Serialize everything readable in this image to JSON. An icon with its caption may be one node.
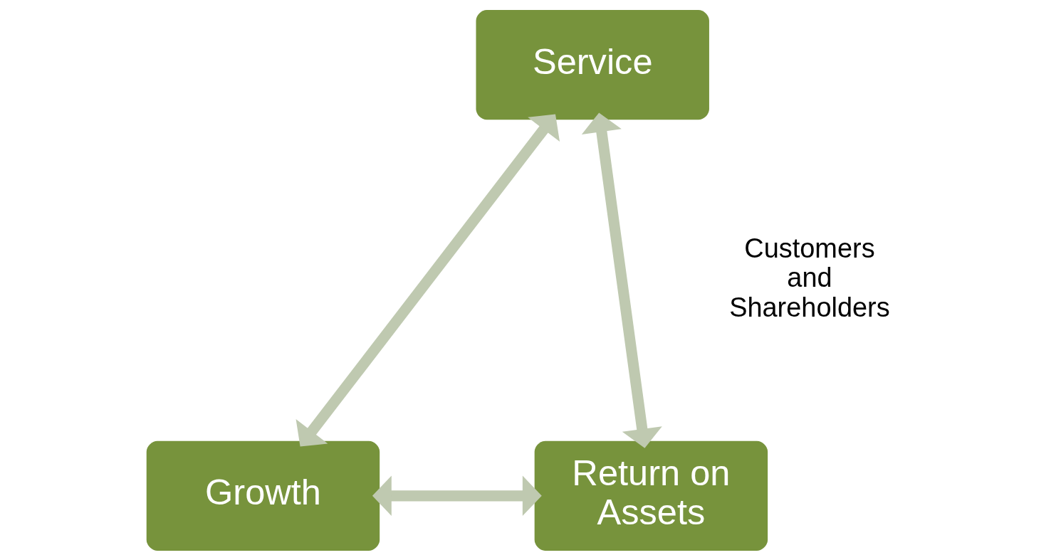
{
  "diagram": {
    "nodes": [
      {
        "text": [
          "Service"
        ]
      },
      {
        "text": [
          "Growth"
        ]
      },
      {
        "text": [
          "Return on Assets"
        ]
      }
    ],
    "edges": [
      {
        "from": 0,
        "to": 1,
        "arrow": "both"
      },
      {
        "from": 0,
        "to": 2,
        "arrow": "both"
      },
      {
        "from": 1,
        "to": 2,
        "arrow": "both"
      }
    ],
    "labels": [
      "Customers and Shareholders"
    ]
  }
}
